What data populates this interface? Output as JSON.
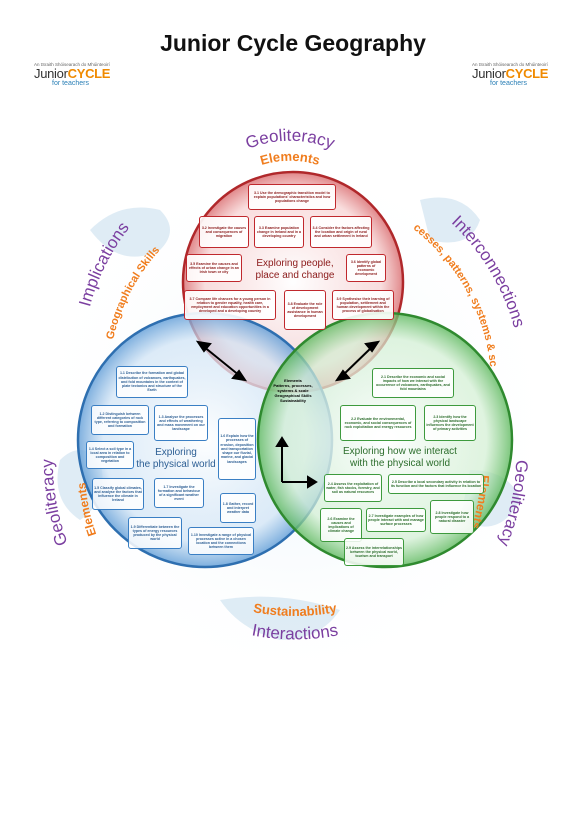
{
  "page_title": "Junior Cycle Geography",
  "logos": {
    "tagline": "An tSraith Shóisearach do Mhúinteoirí",
    "brand_a": "Junior",
    "brand_b": "CYCLE",
    "brand_sub": "for teachers"
  },
  "circles": {
    "top": {
      "title_line1": "Exploring people,",
      "title_line2": "place and change",
      "color": "#c0282d",
      "boxes": [
        "3.1 Use the demographic transition model to explain populations' characteristics and how populations change",
        "3.2 Investigate the causes and consequences of migration",
        "3.3 Examine population change in Ireland and in a developing country",
        "3.4 Consider the factors affecting the location and origin of rural and urban settlement in Ireland",
        "3.5 Examine the causes and effects of urban change in an Irish town or city",
        "3.6 Identify global patterns of economic development",
        "3.7 Compare life chances for a young person in relation to gender equality, health care, employment and education opportunities in a developed and a developing country",
        "3.8 Evaluate the role of development assistance in human development",
        "3.9 Synthesise their learning of population, settlement and human development within the process of globalisation"
      ]
    },
    "left": {
      "title_line1": "Exploring",
      "title_line2": "the physical world",
      "color": "#3a7fc4",
      "boxes": [
        "1.1 Describe the formation and global distribution of volcanoes, earthquakes, and fold mountains in the context of plate tectonics and structure of the Earth",
        "1.2 Distinguish between different categories of rock type, referring to composition and formation",
        "1.3 Analyse the processes and effects of weathering and mass movement on our landscape",
        "1.4 Select a soil type in a local area in relation to composition and vegetation",
        "1.5 Classify global climates, and analyse the factors that influence the climate in Ireland",
        "1.6 Explain how the processes of erosion, deposition and transportation shape our fluvial, marine, and glacial landscapes",
        "1.7 Investigate the formation and behaviour of a significant weather event",
        "1.8 Gather, record and interpret weather data",
        "1.9 Differentiate between the types of energy resources produced by the physical world",
        "1.10 Investigate a range of physical processes active in a chosen location and the connections between them"
      ]
    },
    "right": {
      "title_line1": "Exploring how we interact",
      "title_line2": "with the physical world",
      "color": "#3d9a3d",
      "boxes": [
        "2.1 Describe the economic and social impacts of how we interact with the occurrence of volcanoes, earthquakes, and fold mountains",
        "2.2 Evaluate the environmental, economic, and social consequences of rock exploitation and energy resources",
        "2.3 Identify how the physical landscape influences the development of primary activities",
        "2.4 Assess the exploitation of water, fish stocks, forestry, and soil as natural resources",
        "2.5 Describe a local secondary activity in relation to its function and the factors that influence its location",
        "2.6 Examine the causes and implications of climate change",
        "2.7 Investigate examples of how people interact with and manage surface processes",
        "2.8 Investigate how people respond to a natural disaster",
        "2.9 Assess the interrelationships between the physical world, tourism and transport"
      ]
    }
  },
  "core": {
    "line1": "Elements",
    "line2": "Patterns, processes, systems & scale",
    "line3": "Geographical Skills",
    "line4": "Sustainability"
  },
  "ring_labels": {
    "top_a": "Geoliteracy",
    "top_b": "Elements",
    "left_a": "Implications",
    "left_b": "Geographical Skills",
    "right_a": "Interconnections",
    "right_b": "Processes, patterns, systems & scale",
    "bottom_left_a": "Geoliteracy",
    "bottom_left_b": "Elements",
    "bottom_right_a": "Geoliteracy",
    "bottom_right_b": "Elements",
    "bottom_a": "Sustainability",
    "bottom_b": "Interactions"
  },
  "colors": {
    "purple": "#7b3fa0",
    "orange": "#f07d1e"
  }
}
